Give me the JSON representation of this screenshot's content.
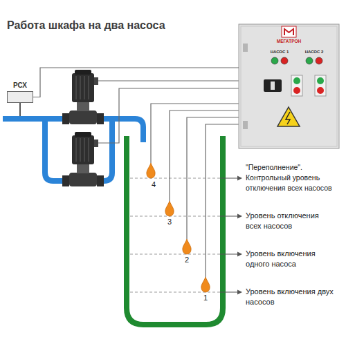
{
  "diagram": {
    "title": "Работа шкафа на два насоса",
    "nodes": [
      {
        "text": [
          "РСХ"
        ]
      },
      {
        "text": [
          "МЕГАТРОН",
          "НАСОС 1",
          "НАСОС 2"
        ]
      }
    ],
    "edges": [
      {
        "from": 0,
        "to": 1,
        "arrow": "none"
      }
    ],
    "labels": [
      "4",
      "\"Переполнение\". Контрольный уровень отключения всех насосов",
      "3",
      "Уровень отключения всех насосов",
      "2",
      "Уровень включения одного насоса",
      "1",
      "Уровень включения двух насосов"
    ]
  }
}
